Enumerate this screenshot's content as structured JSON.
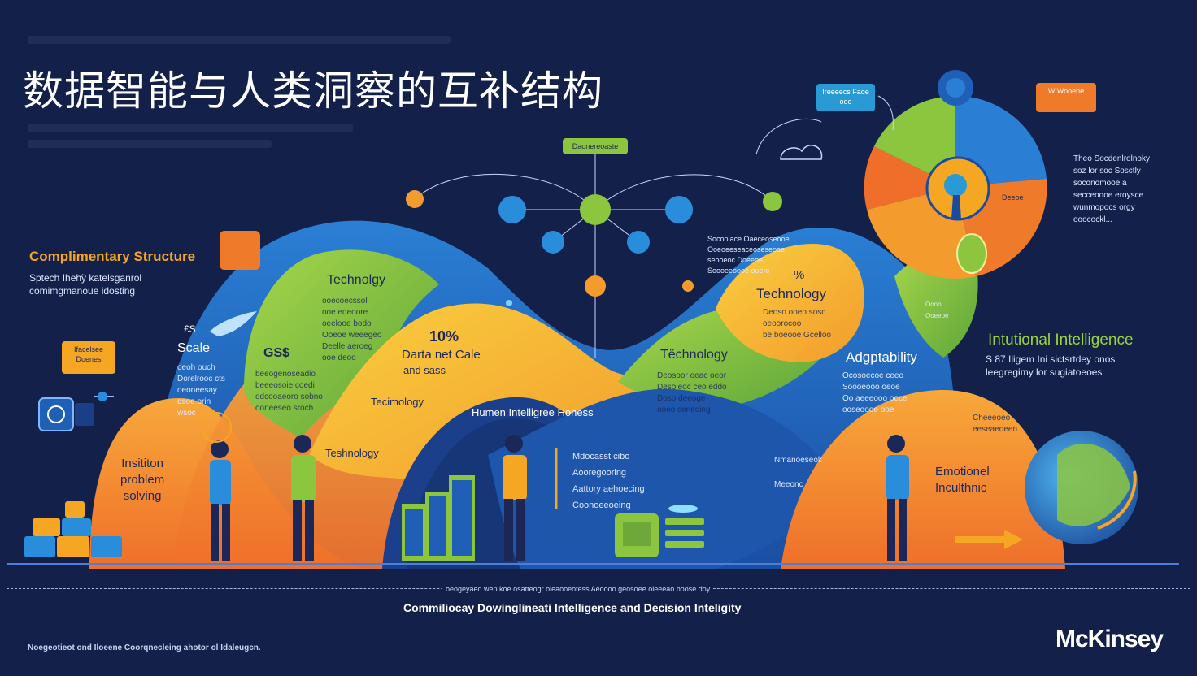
{
  "title": "数据智能与人类洞察的互补结构",
  "left_panel": {
    "heading": "Complimentary Structure",
    "lines": [
      "Sptech Ihehy̌ katelsganrol",
      "comimgmanoue idosting"
    ]
  },
  "tags": {
    "top_center": "Daonereoaste",
    "top_right_blue": "Ireeeecs Faoe ooe",
    "top_right_orange": "W Wooene",
    "left_orange": "Ifacelsee Doenes"
  },
  "right_panel": {
    "lines": [
      "Theo Socdenlrolnoky",
      "soz lor soc Sosctly",
      "soconomooe a",
      "secceoooe eroysce",
      "wunmopocs orgy",
      "ooocockl..."
    ]
  },
  "wave_labels": {
    "scale_num": "£S",
    "scale": "Scale",
    "scale_lines": [
      "oeoh ouch",
      "Dorelrooc cts",
      "oeoneesay",
      "dsoe orin",
      "wsoc"
    ],
    "tech1": "Technolgy",
    "tech1_lines": [
      "ooecoecssol",
      "ooe edeoore",
      "oeelooe bodo",
      "Ooeoe weeegeo",
      "Deelle aeroeg",
      "ooe deoo"
    ],
    "gs": "GS$",
    "gs_lines": [
      "beeogenoseadio",
      "beeeosoie coedi",
      "odcooaeoro sobno",
      "ooneeseo sroch"
    ],
    "data_pct": "10%",
    "data": "Darta  net Cale",
    "data2": "and sass",
    "tech2": "Tecimology",
    "tech3": "Teshnology",
    "intuition": [
      "Insititon",
      "problem",
      "solving"
    ],
    "human": "Humen Intelligree Honess",
    "human_lines": [
      "Mdocasst cibo",
      "Aooregooring",
      "Aattory aehoecing",
      "Coonoeeoeing"
    ],
    "tech4": "Tëchnology",
    "tech4_lines": [
      "Deosoor oeac oeor",
      "Desoleoc ceo eddo",
      "Doso deeoge",
      "ooeo seneoing"
    ],
    "tech5_pct": "%",
    "tech5": "Technology",
    "tech5_lines": [
      "Deoso ooeo sosc",
      "oeoorocoo",
      "be boeooe Gcelloo"
    ],
    "wave_right_lines": [
      "Socoolace Oaeceoseooe",
      "Ooeoeeseaceoseseooe",
      "seooeoc Doeeoe",
      "Soooeeoooe ooerc"
    ],
    "adapt": "Adgptability",
    "adapt_lines": [
      "Ocosoecoe ceeo",
      "Soooeooo oeoe",
      "Oo aeeeooo oece",
      "ooseoooe ooe"
    ],
    "intuitional": "Intutional Intelligence",
    "intuitional_lines": [
      "S 87  Iligem Ini sictsrtdey onos",
      "leegregimy lor sugiatoeoes"
    ],
    "emotional": [
      "Emotionel",
      "Inculthnic"
    ],
    "emo_tag": [
      "Cheeeoeo",
      "eeseaeoeen"
    ],
    "mid_right": [
      "Nmanoeseok",
      "Meeonc"
    ],
    "pie_label": "Deeoe",
    "side_tag": "Oooo Ooeeoe"
  },
  "footer": {
    "tiny": "oeogeyaed wep koe osatteogr oleaooeotess Aeoooo geosoee oleeeao boose doy",
    "main": "Commiliocay Dowinglineati Intelligence and Decision Inteligity",
    "left": "Noegeotieot ond Iloeene Coorqnecleing ahotor ol Idaleugcn.",
    "brand": "McKinsey"
  },
  "colors": {
    "background": "#13204a",
    "orange": "#f5a623",
    "orange_deep": "#ef7a2a",
    "green": "#8cc63f",
    "blue": "#1f5fb5",
    "blue_light": "#2b8de0",
    "yellow": "#f7c23a"
  }
}
